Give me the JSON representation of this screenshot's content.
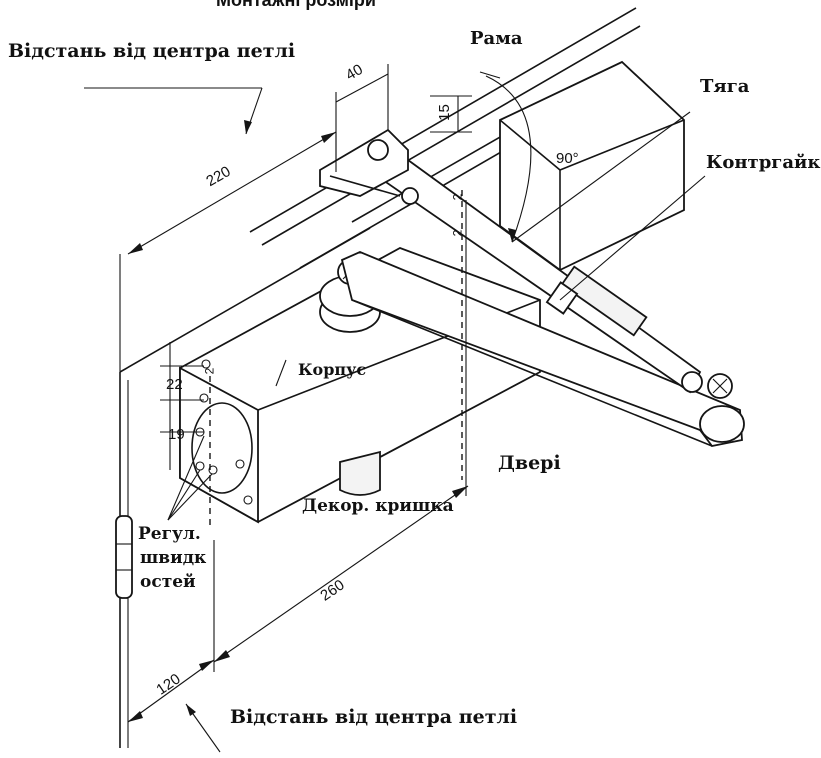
{
  "title": "Монтажні розміри",
  "labels": {
    "hinge_distance_top": "Відстань від центра петлі",
    "hinge_distance_bottom": "Відстань від центра петлі",
    "frame": "Рама",
    "rod": "Тяга",
    "locknut": "Контргайка",
    "body": "Корпус",
    "door": "Двері",
    "cover": "Декор. кришка",
    "speed_adjust_line1": "Регул.",
    "speed_adjust_line2": "швидк",
    "speed_adjust_line3": "остей"
  },
  "dimensions": {
    "d220": "220",
    "d40": "40",
    "d15": "15",
    "angle90": "90°",
    "d22": "22",
    "d19": "19",
    "d260": "260",
    "d120": "120",
    "screw1": "2",
    "screw2": "2",
    "screw3": "2"
  }
}
